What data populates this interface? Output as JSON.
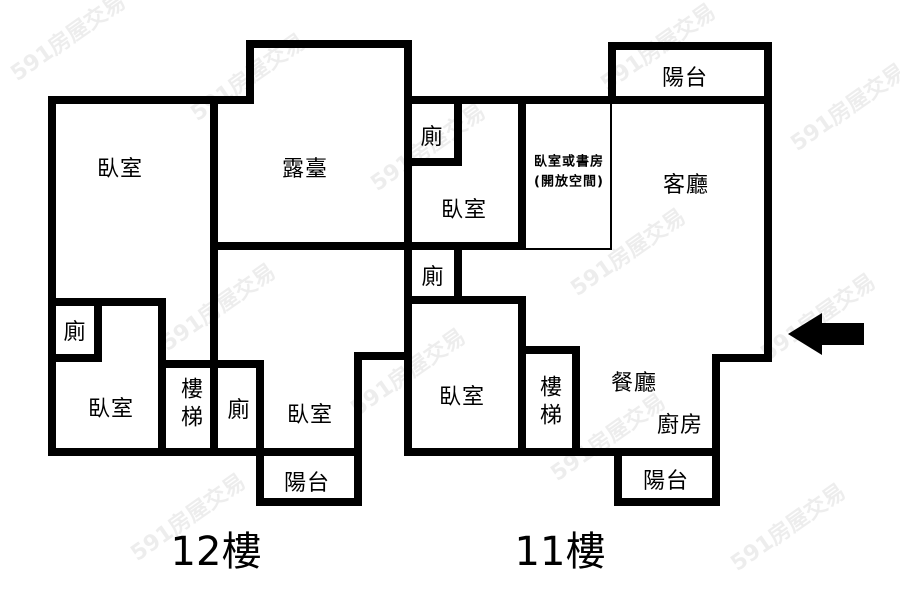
{
  "floors": [
    {
      "label": "12樓",
      "rooms": [
        {
          "id": "bedroom-a",
          "label": "臥室"
        },
        {
          "id": "terrace",
          "label": "露臺"
        },
        {
          "id": "toilet-a",
          "label": "廁"
        },
        {
          "id": "bedroom-b",
          "label": "臥室"
        },
        {
          "id": "stairs",
          "label": "樓梯"
        },
        {
          "id": "toilet-b",
          "label": "廁"
        },
        {
          "id": "bedroom-c",
          "label": "臥室"
        },
        {
          "id": "balcony",
          "label": "陽台"
        }
      ]
    },
    {
      "label": "11樓",
      "rooms": [
        {
          "id": "toilet-a",
          "label": "廁"
        },
        {
          "id": "bedroom-a",
          "label": "臥室"
        },
        {
          "id": "study",
          "label": "臥室或書房\n(開放空間)"
        },
        {
          "id": "balcony-top",
          "label": "陽台"
        },
        {
          "id": "living",
          "label": "客廳"
        },
        {
          "id": "toilet-b",
          "label": "廁"
        },
        {
          "id": "bedroom-b",
          "label": "臥室"
        },
        {
          "id": "stairs",
          "label": "樓梯"
        },
        {
          "id": "dining",
          "label": "餐廳"
        },
        {
          "id": "kitchen",
          "label": "廚房"
        },
        {
          "id": "balcony-bottom",
          "label": "陽台"
        }
      ]
    }
  ],
  "entrance_arrow": {
    "direction": "left",
    "icon": "arrow-left-icon"
  },
  "watermark": "591房屋交易"
}
